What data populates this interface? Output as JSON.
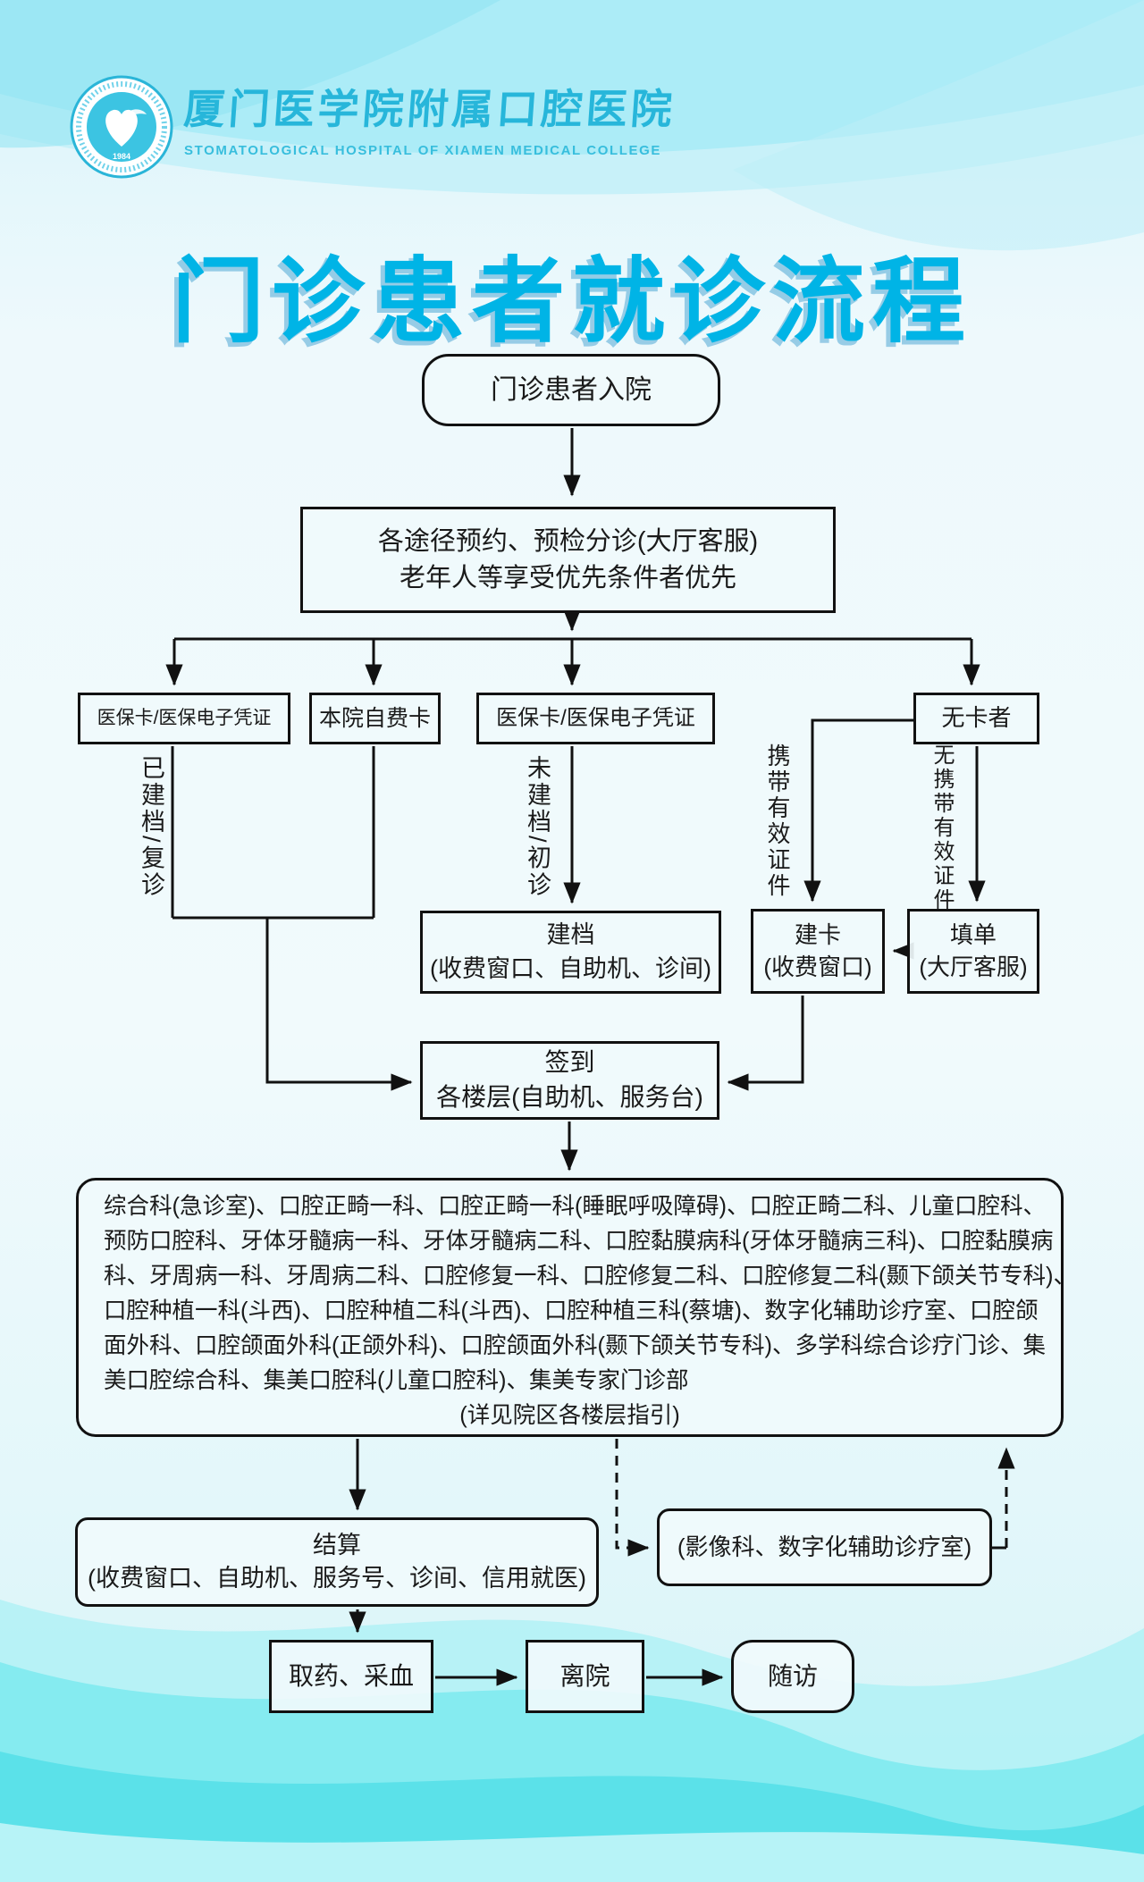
{
  "colors": {
    "accent": "#00b4e6",
    "line": "#111111",
    "header_cyan": "#27b6da",
    "wave_deep": "#5fe3ea",
    "wave_mid": "#8feef2",
    "wave_light": "#c3f0f8"
  },
  "header": {
    "logo_year": "1984",
    "hospital_name_cn": "厦门医学院附属口腔医院",
    "hospital_name_en": "STOMATOLOGICAL HOSPITAL OF XIAMEN MEDICAL COLLEGE"
  },
  "title": "门诊患者就诊流程",
  "flow": {
    "entry": "门诊患者入院",
    "triage_line1": "各途径预约、预检分诊(大厅客服)",
    "triage_line2": "老年人等享受优先条件者优先",
    "card_medicare_registered": "医保卡/医保电子凭证",
    "card_self_pay": "本院自费卡",
    "card_medicare_new": "医保卡/医保电子凭证",
    "no_card": "无卡者",
    "label_registered": "已建档/复诊",
    "label_not_registered": "未建档/初诊",
    "label_with_id": "携带有效证件",
    "label_without_id": "无携带有效证件",
    "create_file_line1": "建档",
    "create_file_line2": "(收费窗口、自助机、诊间)",
    "create_card_line1": "建卡",
    "create_card_line2": "(收费窗口)",
    "fill_form_line1": "填单",
    "fill_form_line2": "(大厅客服)",
    "signin_line1": "签到",
    "signin_line2": "各楼层(自助机、服务台)",
    "departments": [
      "综合科(急诊室)、口腔正畸一科、口腔正畸一科(睡眠呼吸障碍)、口腔正畸二科、儿童口腔科、",
      "预防口腔科、牙体牙髓病一科、牙体牙髓病二科、口腔黏膜病科(牙体牙髓病三科)、口腔黏膜病",
      "科、牙周病一科、牙周病二科、口腔修复一科、口腔修复二科、口腔修复二科(颞下颌关节专科)、",
      "口腔种植一科(斗西)、口腔种植二科(斗西)、口腔种植三科(蔡塘)、数字化辅助诊疗室、口腔颌",
      "面外科、口腔颌面外科(正颌外科)、口腔颌面外科(颞下颌关节专科)、多学科综合诊疗门诊、集",
      "美口腔综合科、集美口腔科(儿童口腔科)、集美专家门诊部",
      "(详见院区各楼层指引)"
    ],
    "settlement_line1": "结算",
    "settlement_line2": "(收费窗口、自助机、服务号、诊间、信用就医)",
    "imaging": "(影像科、数字化辅助诊疗室)",
    "pharmacy_blood": "取药、采血",
    "discharge": "离院",
    "followup": "随访"
  }
}
